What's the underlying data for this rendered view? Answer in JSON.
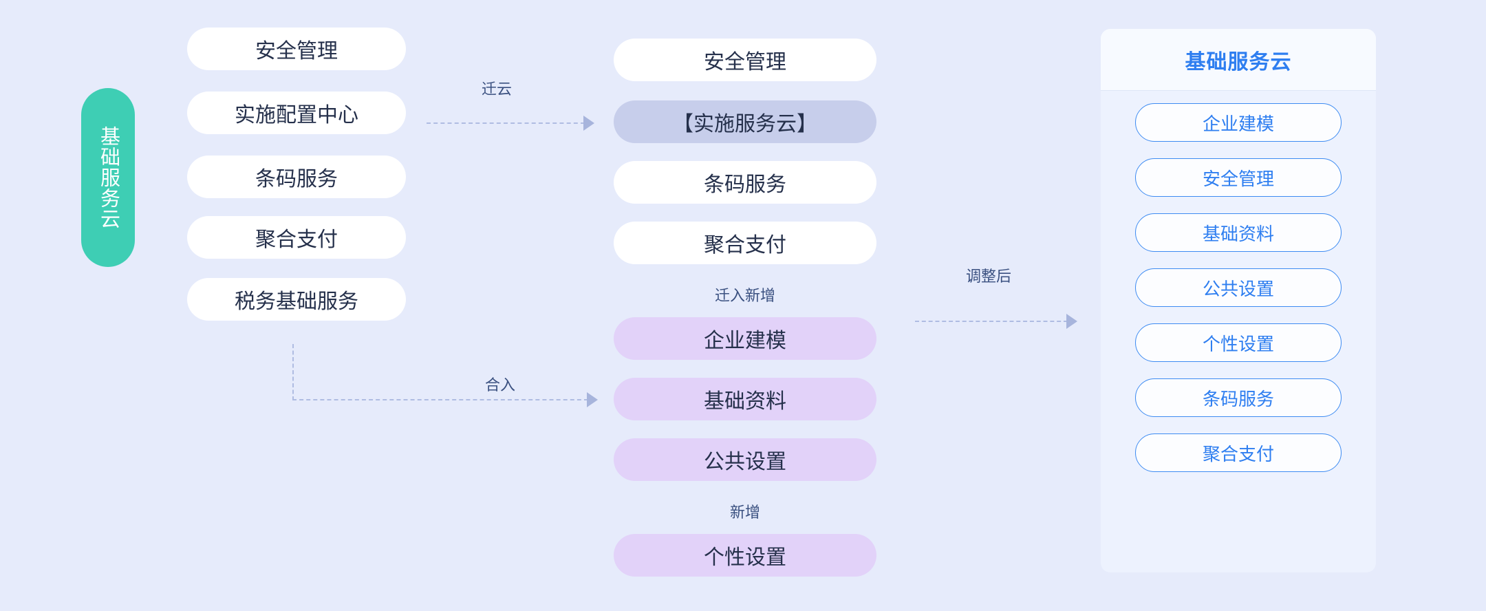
{
  "background_color": "#E6EBFB",
  "colors": {
    "badge_teal": "#3ECEB4",
    "highlight_blue_gray": "#C7CEEB",
    "new_purple": "#E2D2F9",
    "accent_blue": "#2E7EF0",
    "arrow_gray_blue": "#AFBCE2",
    "text_dark": "#25304B",
    "label_blue": "#3A5080"
  },
  "left_badge": {
    "label": "基础服务云"
  },
  "left_column": {
    "items": [
      {
        "label": "安全管理"
      },
      {
        "label": "实施配置中心"
      },
      {
        "label": "条码服务"
      },
      {
        "label": "聚合支付"
      },
      {
        "label": "税务基础服务"
      }
    ]
  },
  "middle_column": {
    "items": [
      {
        "label": "安全管理",
        "style": "white"
      },
      {
        "label": "【实施服务云】",
        "style": "highlight"
      },
      {
        "label": "条码服务",
        "style": "white"
      },
      {
        "label": "聚合支付",
        "style": "white"
      },
      {
        "label": "企业建模",
        "style": "purple"
      },
      {
        "label": "基础资料",
        "style": "purple"
      },
      {
        "label": "公共设置",
        "style": "purple"
      },
      {
        "label": "个性设置",
        "style": "purple"
      }
    ],
    "group_labels": {
      "migrated_new": "迁入新增",
      "new": "新增"
    }
  },
  "arrows": {
    "migrate_to_cloud": "迁云",
    "merge_in": "合入",
    "after_adjustment": "调整后"
  },
  "right_panel": {
    "title": "基础服务云",
    "items": [
      {
        "label": "企业建模"
      },
      {
        "label": "安全管理"
      },
      {
        "label": "基础资料"
      },
      {
        "label": "公共设置"
      },
      {
        "label": "个性设置"
      },
      {
        "label": "条码服务"
      },
      {
        "label": "聚合支付"
      }
    ]
  }
}
